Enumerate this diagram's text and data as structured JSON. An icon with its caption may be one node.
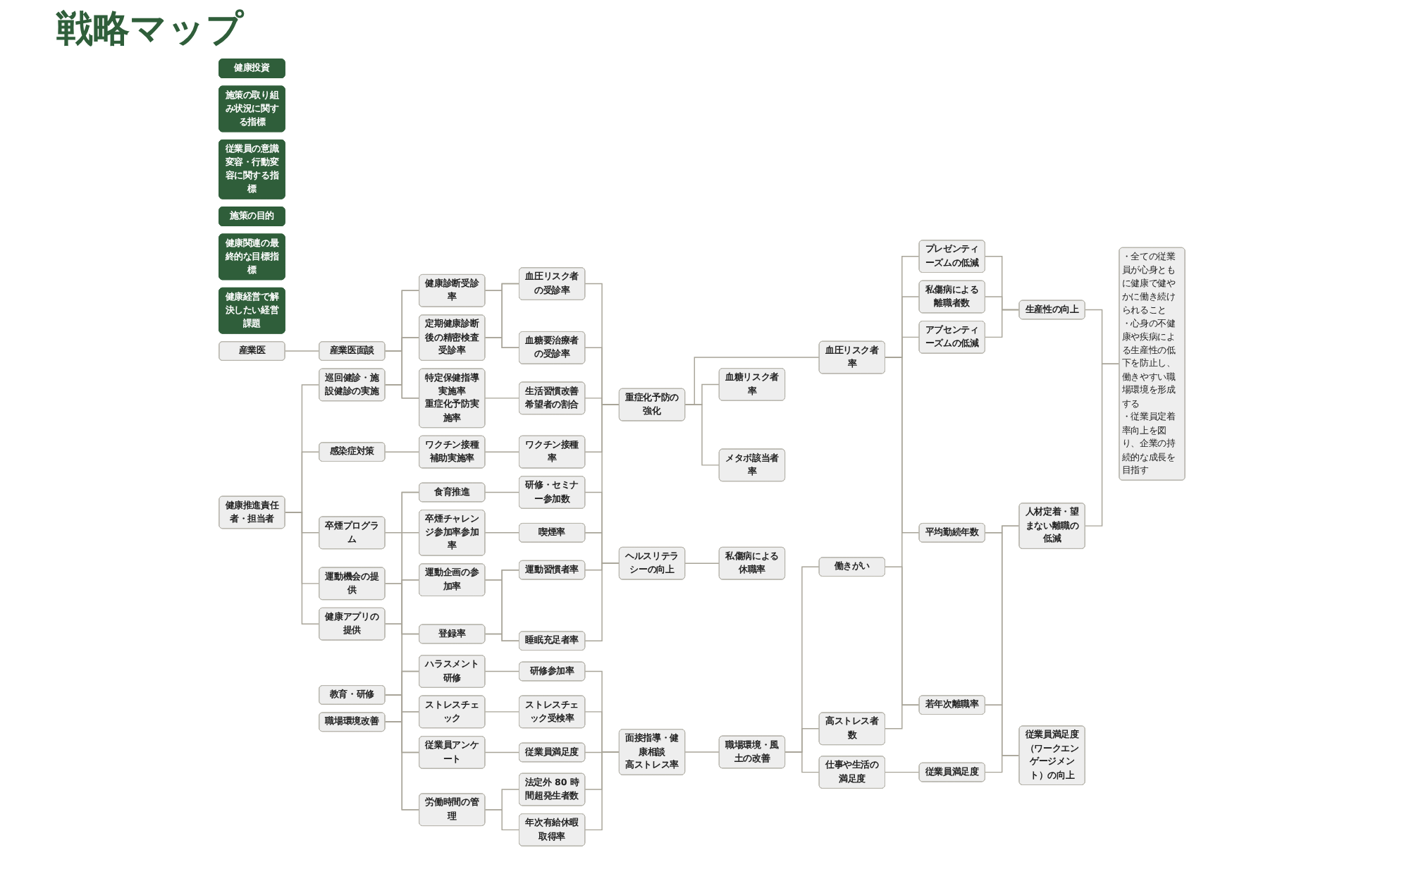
{
  "diagram": {
    "title": "戦略マップ",
    "nodes": [
      {
        "text": [
          "健康投資"
        ]
      },
      {
        "text": [
          "施策の取り組み状況に関する指標"
        ]
      },
      {
        "text": [
          "従業員の意識変容・行動変容に関する指標"
        ]
      },
      {
        "text": [
          "施策の目的"
        ]
      },
      {
        "text": [
          "健康関連の最終的な目標指標"
        ]
      },
      {
        "text": [
          "健康経営で解決したい経営課題"
        ]
      },
      {
        "text": [
          "産業医"
        ]
      },
      {
        "text": [
          "健康推進責任者・担当者"
        ]
      },
      {
        "text": [
          "教育・研修"
        ]
      },
      {
        "text": [
          "職場環境改善"
        ]
      },
      {
        "text": [
          "産業医面談"
        ]
      },
      {
        "text": [
          "巡回健診・施設健診の実施"
        ]
      },
      {
        "text": [
          "感染症対策"
        ]
      },
      {
        "text": [
          "卒煙プログラム"
        ]
      },
      {
        "text": [
          "運動機会の提供"
        ]
      },
      {
        "text": [
          "健康アプリの提供"
        ]
      },
      {
        "text": [
          "食育推進"
        ]
      },
      {
        "text": [
          "ハラスメント研修"
        ]
      },
      {
        "text": [
          "ストレスチェック"
        ]
      },
      {
        "text": [
          "従業員アンケート"
        ]
      },
      {
        "text": [
          "労働時間の管理"
        ]
      },
      {
        "text": [
          "健康診断受診率"
        ]
      },
      {
        "text": [
          "定期健康診断後の精密検査受診率"
        ]
      },
      {
        "text": [
          "特定保健指導実施率",
          "重症化予防実施率"
        ]
      },
      {
        "text": [
          "ワクチン接種補助実施率"
        ]
      },
      {
        "text": [
          "卒煙チャレンジ参加率参加率"
        ]
      },
      {
        "text": [
          "運動企画の参加率"
        ]
      },
      {
        "text": [
          "登録率"
        ]
      },
      {
        "text": [
          "研修・セミナー参加数"
        ]
      },
      {
        "text": [
          "研修参加率"
        ]
      },
      {
        "text": [
          "ストレスチェック受検率"
        ]
      },
      {
        "text": [
          "従業員満足度"
        ]
      },
      {
        "text": [
          "法定外 80 時間超発生者数"
        ]
      },
      {
        "text": [
          "年次有給休暇取得率"
        ]
      },
      {
        "text": [
          "血圧リスク者の受診率"
        ]
      },
      {
        "text": [
          "血糖要治療者の受診率"
        ]
      },
      {
        "text": [
          "生活習慣改善希望者の割合"
        ]
      },
      {
        "text": [
          "ワクチン接種率"
        ]
      },
      {
        "text": [
          "喫煙率"
        ]
      },
      {
        "text": [
          "運動習慣者率"
        ]
      },
      {
        "text": [
          "睡眠充足者率"
        ]
      },
      {
        "text": [
          "面接指導・健康相談",
          "高ストレス率"
        ]
      },
      {
        "text": [
          "重症化予防の強化"
        ]
      },
      {
        "text": [
          "ヘルスリテラシーの向上"
        ]
      },
      {
        "text": [
          "職場環境・風土の改善"
        ]
      },
      {
        "text": [
          "血圧リスク者率"
        ]
      },
      {
        "text": [
          "血糖リスク者率"
        ]
      },
      {
        "text": [
          "メタボ該当者率"
        ]
      },
      {
        "text": [
          "私傷病による休職率"
        ]
      },
      {
        "text": [
          "働きがい"
        ]
      },
      {
        "text": [
          "仕事や生活の満足度"
        ]
      },
      {
        "text": [
          "高ストレス者数"
        ]
      },
      {
        "text": [
          "プレゼンティーズムの低減"
        ]
      },
      {
        "text": [
          "私傷病による離職者数"
        ]
      },
      {
        "text": [
          "アブセンティーズムの低減"
        ]
      },
      {
        "text": [
          "平均勤続年数"
        ]
      },
      {
        "text": [
          "若年次離職率"
        ]
      },
      {
        "text": [
          "従業員満足度"
        ]
      },
      {
        "text": [
          "生産性の向上"
        ]
      },
      {
        "text": [
          "人材定着・望まない離職の低減"
        ]
      },
      {
        "text": [
          "従業員満足度（ワークエンゲージメント）の向上"
        ]
      },
      {
        "text": [
          "・全ての従業員が心身ともに健康で健やかに働き続けられること",
          "・心身の不健康や疾病による生産性の低下を防止し、働きやすい職場環境を形成する",
          "・従業員定着率向上を図り、企業の持続的な成長を目指す"
        ]
      }
    ],
    "edges": [
      {
        "from": 6,
        "to": 10,
        "arrow": "none"
      },
      {
        "from": 7,
        "to": 11,
        "arrow": "none"
      },
      {
        "from": 7,
        "to": 12,
        "arrow": "none"
      },
      {
        "from": 7,
        "to": 13,
        "arrow": "none"
      },
      {
        "from": 7,
        "to": 14,
        "arrow": "none"
      },
      {
        "from": 7,
        "to": 15,
        "arrow": "none"
      },
      {
        "from": 8,
        "to": 16,
        "arrow": "none"
      },
      {
        "from": 8,
        "to": 17,
        "arrow": "none"
      },
      {
        "from": 8,
        "to": 18,
        "arrow": "none"
      },
      {
        "from": 8,
        "to": 19,
        "arrow": "none"
      },
      {
        "from": 8,
        "to": 20,
        "arrow": "none"
      },
      {
        "from": 9,
        "to": 16,
        "arrow": "none"
      },
      {
        "from": 9,
        "to": 17,
        "arrow": "none"
      },
      {
        "from": 9,
        "to": 18,
        "arrow": "none"
      },
      {
        "from": 9,
        "to": 19,
        "arrow": "none"
      },
      {
        "from": 9,
        "to": 20,
        "arrow": "none"
      },
      {
        "from": 10,
        "to": 21,
        "arrow": "none"
      },
      {
        "from": 10,
        "to": 22,
        "arrow": "none"
      },
      {
        "from": 10,
        "to": 23,
        "arrow": "none"
      },
      {
        "from": 11,
        "to": 21,
        "arrow": "none"
      },
      {
        "from": 11,
        "to": 22,
        "arrow": "none"
      },
      {
        "from": 11,
        "to": 23,
        "arrow": "none"
      },
      {
        "from": 12,
        "to": 24,
        "arrow": "none"
      },
      {
        "from": 13,
        "to": 25,
        "arrow": "none"
      },
      {
        "from": 14,
        "to": 26,
        "arrow": "none"
      },
      {
        "from": 14,
        "to": 27,
        "arrow": "none"
      },
      {
        "from": 15,
        "to": 26,
        "arrow": "none"
      },
      {
        "from": 15,
        "to": 27,
        "arrow": "none"
      },
      {
        "from": 16,
        "to": 28,
        "arrow": "none"
      },
      {
        "from": 17,
        "to": 29,
        "arrow": "none"
      },
      {
        "from": 18,
        "to": 30,
        "arrow": "none"
      },
      {
        "from": 19,
        "to": 31,
        "arrow": "none"
      },
      {
        "from": 20,
        "to": 32,
        "arrow": "none"
      },
      {
        "from": 20,
        "to": 33,
        "arrow": "none"
      },
      {
        "from": 21,
        "to": 34,
        "arrow": "none"
      },
      {
        "from": 21,
        "to": 35,
        "arrow": "none"
      },
      {
        "from": 22,
        "to": 34,
        "arrow": "none"
      },
      {
        "from": 22,
        "to": 35,
        "arrow": "none"
      },
      {
        "from": 23,
        "to": 36,
        "arrow": "none"
      },
      {
        "from": 24,
        "to": 37,
        "arrow": "none"
      },
      {
        "from": 25,
        "to": 38,
        "arrow": "none"
      },
      {
        "from": 26,
        "to": 39,
        "arrow": "none"
      },
      {
        "from": 26,
        "to": 40,
        "arrow": "none"
      },
      {
        "from": 27,
        "to": 39,
        "arrow": "none"
      },
      {
        "from": 27,
        "to": 40,
        "arrow": "none"
      },
      {
        "from": 28,
        "to": 43,
        "arrow": "none"
      },
      {
        "from": 29,
        "to": 41,
        "arrow": "none"
      },
      {
        "from": 30,
        "to": 41,
        "arrow": "none"
      },
      {
        "from": 31,
        "to": 41,
        "arrow": "none"
      },
      {
        "from": 32,
        "to": 41,
        "arrow": "none"
      },
      {
        "from": 33,
        "to": 41,
        "arrow": "none"
      },
      {
        "from": 34,
        "to": 42,
        "arrow": "none"
      },
      {
        "from": 35,
        "to": 42,
        "arrow": "none"
      },
      {
        "from": 36,
        "to": 42,
        "arrow": "none"
      },
      {
        "from": 37,
        "to": 42,
        "arrow": "none"
      },
      {
        "from": 38,
        "to": 42,
        "arrow": "none"
      },
      {
        "from": 38,
        "to": 43,
        "arrow": "none"
      },
      {
        "from": 39,
        "to": 43,
        "arrow": "none"
      },
      {
        "from": 40,
        "to": 43,
        "arrow": "none"
      },
      {
        "from": 41,
        "to": 44,
        "arrow": "none"
      },
      {
        "from": 42,
        "to": 45,
        "arrow": "none"
      },
      {
        "from": 42,
        "to": 46,
        "arrow": "none"
      },
      {
        "from": 42,
        "to": 47,
        "arrow": "none"
      },
      {
        "from": 43,
        "to": 48,
        "arrow": "none"
      },
      {
        "from": 44,
        "to": 49,
        "arrow": "none"
      },
      {
        "from": 44,
        "to": 50,
        "arrow": "none"
      },
      {
        "from": 44,
        "to": 51,
        "arrow": "none"
      },
      {
        "from": 45,
        "to": 52,
        "arrow": "none"
      },
      {
        "from": 45,
        "to": 53,
        "arrow": "none"
      },
      {
        "from": 45,
        "to": 54,
        "arrow": "none"
      },
      {
        "from": 45,
        "to": 55,
        "arrow": "none"
      },
      {
        "from": 45,
        "to": 56,
        "arrow": "none"
      },
      {
        "from": 49,
        "to": 56,
        "arrow": "none"
      },
      {
        "from": 51,
        "to": 56,
        "arrow": "none"
      },
      {
        "from": 50,
        "to": 57,
        "arrow": "none"
      },
      {
        "from": 52,
        "to": 58,
        "arrow": "none"
      },
      {
        "from": 53,
        "to": 58,
        "arrow": "none"
      },
      {
        "from": 54,
        "to": 58,
        "arrow": "none"
      },
      {
        "from": 55,
        "to": 59,
        "arrow": "none"
      },
      {
        "from": 56,
        "to": 59,
        "arrow": "none"
      },
      {
        "from": 55,
        "to": 60,
        "arrow": "none"
      },
      {
        "from": 56,
        "to": 60,
        "arrow": "none"
      },
      {
        "from": 57,
        "to": 60,
        "arrow": "none"
      },
      {
        "from": 58,
        "to": 61,
        "arrow": "none"
      },
      {
        "from": 59,
        "to": 61,
        "arrow": "none"
      }
    ]
  }
}
